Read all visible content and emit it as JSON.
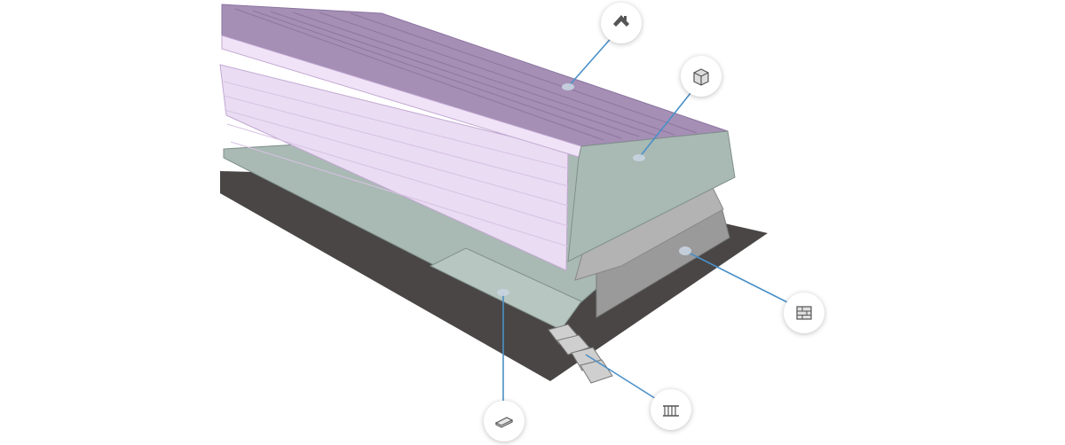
{
  "diagram": {
    "subject": "exploded-building-model",
    "colors": {
      "background": "#ffffff",
      "ground": "#4a4646",
      "slab": "#a9b9b3",
      "wall_panel": "#a8a8a8",
      "roof_top": "#a58fb5",
      "roof_side": "#e8d8f0",
      "leader_line": "#4a90c8",
      "marker_dot": "#c8d4e0"
    },
    "callouts": [
      {
        "id": "roof",
        "icon": "roof-icon"
      },
      {
        "id": "room",
        "icon": "room-box-icon"
      },
      {
        "id": "wall",
        "icon": "wall-icon"
      },
      {
        "id": "floor",
        "icon": "floor-slab-icon"
      },
      {
        "id": "stairs",
        "icon": "stair-railing-icon"
      }
    ]
  }
}
